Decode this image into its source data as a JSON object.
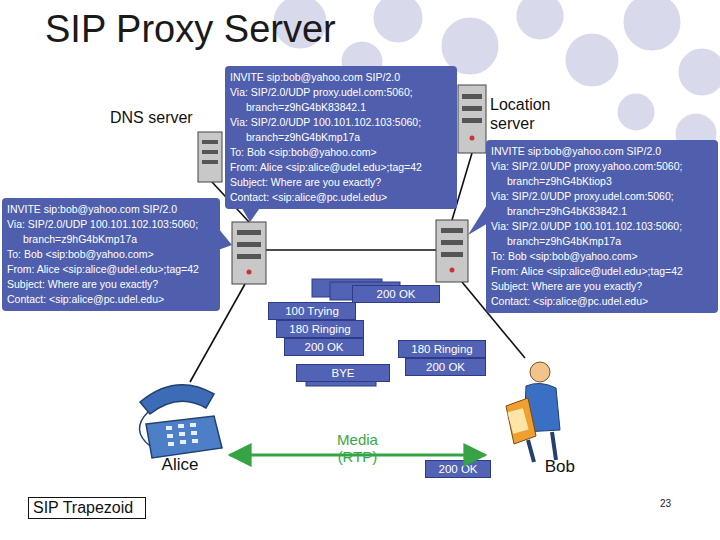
{
  "diagram": {
    "title": "SIP Proxy Server",
    "nodes": [
      {
        "text": [
          "DNS server"
        ]
      },
      {
        "text": [
          "INVITE sip:bob@yahoo.com SIP/2.0",
          "Via: SIP/2.0/UDP proxy.udel.com:5060; branch=z9hG4bK83842.1",
          "Via: SIP/2.0/UDP 100.101.102.103:5060; branch=z9hG4bKmp17a",
          "To: Bob <sip:bob@yahoo.com>",
          "From: Alice <sip:alice@udel.edu>;tag=42",
          "Subject: Where are you exactly?",
          "Contact: <sip:alice@pc.udel.edu>"
        ]
      },
      {
        "text": [
          "Location server"
        ]
      },
      {
        "text": [
          "INVITE sip:bob@yahoo.com SIP/2.0",
          "Via: SIP/2.0/UDP proxy.yahoo.com:5060; branch=z9hG4bKtiop3",
          "Via: SIP/2.0/UDP proxy.udel.com:5060; branch=z9hG4bK83842.1",
          "Via: SIP/2.0/UDP 100.101.102.103:5060; branch=z9hG4bKmp17a",
          "To: Bob <sip:bob@yahoo.com>",
          "From: Alice <sip:alice@udel.edu>;tag=42",
          "Subject: Where are you exactly?",
          "Contact: <sip:alice@pc.udel.edu>"
        ]
      },
      {
        "text": [
          "INVITE sip:bob@yahoo.com SIP/2.0",
          "Via: SIP/2.0/UDP 100.101.102.103:5060; branch=z9hG4bKmp17a",
          "To: Bob <sip:bob@yahoo.com>",
          "From: Alice <sip:alice@udel.edu>;tag=42",
          "Subject: Where are you exactly?",
          "Contact: <sip:alice@pc.udel.edu>"
        ]
      },
      {
        "text": [
          "200 OK"
        ]
      },
      {
        "text": [
          "100 Trying"
        ]
      },
      {
        "text": [
          "180 Ringing"
        ]
      },
      {
        "text": [
          "200 OK"
        ]
      },
      {
        "text": [
          "180 Ringing"
        ]
      },
      {
        "text": [
          "200 OK"
        ]
      },
      {
        "text": [
          "BYE"
        ]
      },
      {
        "text": [
          "Alice"
        ]
      },
      {
        "text": [
          "200 OK"
        ]
      },
      {
        "text": [
          "Bob"
        ]
      },
      {
        "text": [
          "SIP Trapezoid"
        ]
      }
    ],
    "edges": [
      {
        "from": 12,
        "to": 14,
        "arrow": "both",
        "label": "Media (RTP)"
      }
    ],
    "labels": [
      "23"
    ]
  }
}
